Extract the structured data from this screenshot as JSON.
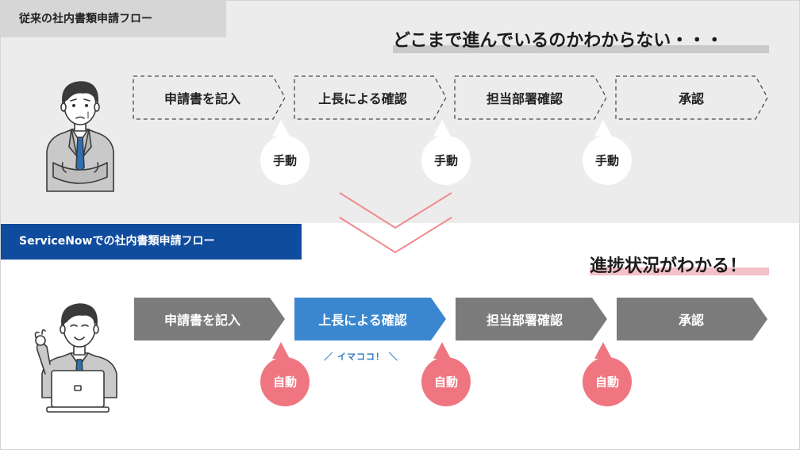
{
  "old_flow": {
    "section_label": "従来の社内書類申請フロー",
    "headline": "どこまで進んでいるのかわからない・・・",
    "steps": [
      "申請書を記入",
      "上長による確認",
      "担当部署確認",
      "承認"
    ],
    "bubbles": [
      "手動",
      "手動",
      "手動"
    ]
  },
  "new_flow": {
    "section_label": "ServiceNowでの社内書類申請フロー",
    "headline": "進捗状況がわかる！",
    "steps": [
      "申請書を記入",
      "上長による確認",
      "担当部署確認",
      "承認"
    ],
    "active_step_index": 1,
    "current_marker": "／ イマココ！ ＼",
    "bubbles": [
      "自動",
      "自動",
      "自動"
    ]
  },
  "colors": {
    "old_band": "#ececec",
    "old_label_bg": "#d6d6d6",
    "new_label_bg": "#0f4c9e",
    "step_gray": "#7b7b7b",
    "step_active_blue": "#3a87cf",
    "bubble_pink": "#ef7680",
    "transition_chevron": "#f08a8f",
    "old_underline": "#c9c9c9",
    "new_underline": "#f3c1c6"
  }
}
